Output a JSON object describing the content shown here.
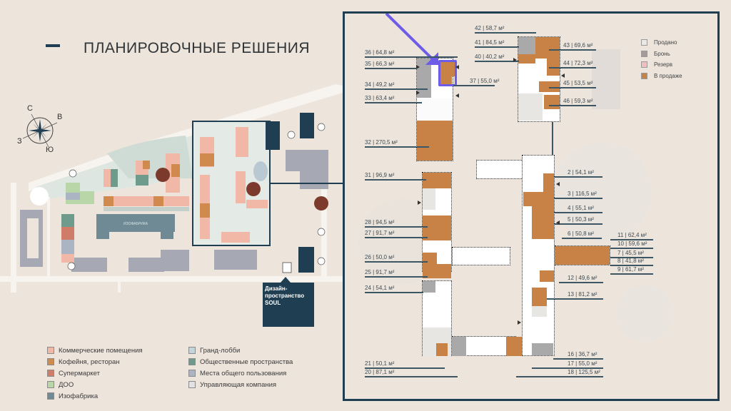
{
  "page": {
    "title": "ПЛАНИРОВОЧНЫЕ РЕШЕНИЯ"
  },
  "compass": {
    "north": "С",
    "east": "В",
    "south": "Ю",
    "west": "З"
  },
  "masterplan": {
    "soul_callout": "Дизайн-пространство SOUL",
    "soul_line1": "Дизайн-",
    "soul_line2": "пространство",
    "soul_line3": "SOUL",
    "building_label": "ИЗОФАБРИКА"
  },
  "legend_categories": {
    "items": [
      {
        "label": "Коммерческие помещения",
        "color": "#f1b7a7"
      },
      {
        "label": "Кофейня, ресторан",
        "color": "#d08a4e"
      },
      {
        "label": "Супермаркет",
        "color": "#cf7c68"
      },
      {
        "label": "ДОО",
        "color": "#b9d6a8"
      },
      {
        "label": "Изофабрика",
        "color": "#6f8a94"
      },
      {
        "label": "Гранд-лобби",
        "color": "#c4d4dc"
      },
      {
        "label": "Общественные пространства",
        "color": "#6f9b8d"
      },
      {
        "label": "Места общего пользования",
        "color": "#aab4c2"
      },
      {
        "label": "Управляющая компания",
        "color": "#e4e1e6"
      }
    ]
  },
  "legend_status": {
    "items": [
      {
        "label": "Продано",
        "color": "#ece8e4"
      },
      {
        "label": "Бронь",
        "color": "#a39c98"
      },
      {
        "label": "Резерв",
        "color": "#f2bdbd"
      },
      {
        "label": "В продаже",
        "color": "#c98246"
      }
    ]
  },
  "units": {
    "u42": "42 | 58,7 м²",
    "u41": "41 | 84,5 м²",
    "u40": "40 | 40,2 м²",
    "u36": "36 | 64,8 м²",
    "u35": "35 | 66,3 м²",
    "u34": "34 | 49,2 м²",
    "u33": "33 | 63,4 м²",
    "u37": "37 | 55,0 м²",
    "u32": "32 | 270,5 м²",
    "u43": "43 | 69,6 м²",
    "u44": "44 | 72,3 м²",
    "u45": "45 | 53,5 м²",
    "u46": "46 | 59,3 м²",
    "u31": "31 | 96,9 м²",
    "u28": "28 | 94,5 м²",
    "u27": "27 | 91,7 м²",
    "u26": "26 | 50,0 м²",
    "u25": "25 | 91,7 м²",
    "u24": "24 | 54,1 м²",
    "u21": "21 | 50,1 м²",
    "u20": "20 | 87,1 м²",
    "u2": "2 | 54,1 м²",
    "u3": "3 | 116,5 м²",
    "u4": "4 | 55,1 м²",
    "u5": "5 | 50,3 м²",
    "u6": "6 | 50,8 м²",
    "u11": "11 | 62,4 м²",
    "u10": "10 | 59,6 м²",
    "u7": "7 | 45,5 м²",
    "u8": "8 | 41,8 м²",
    "u9": "9 | 61,7 м²",
    "u12": "12 | 49,6 м²",
    "u13": "13 | 81,2 м²",
    "u16": "16 | 36,7 м²",
    "u17": "17 | 55,0 м²",
    "u18": "18 | 125,5 м²"
  },
  "colors": {
    "accent_navy": "#1f3e52",
    "for_sale": "#c98246",
    "highlight": "#6d5ce8",
    "background": "#ede4dc"
  }
}
